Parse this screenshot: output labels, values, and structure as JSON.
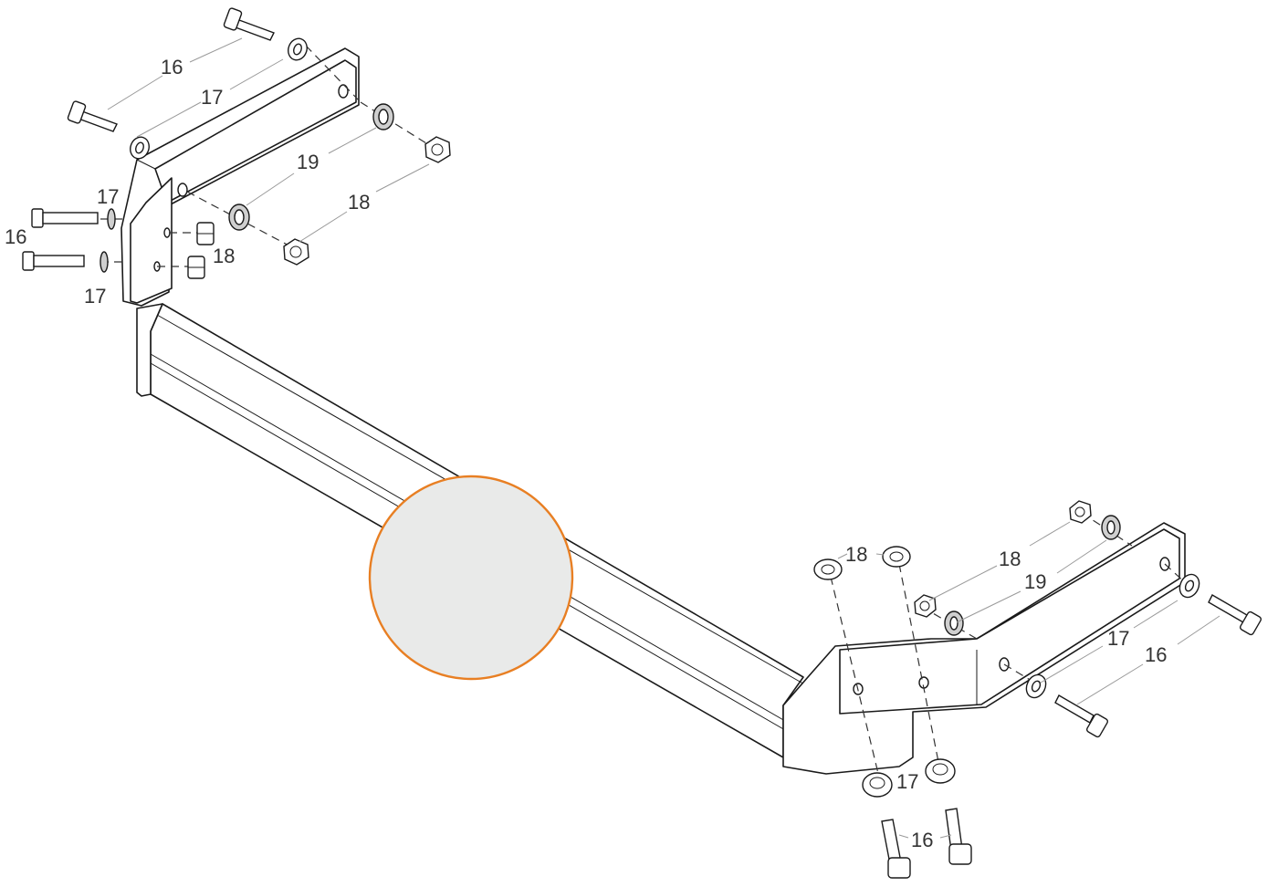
{
  "diagram": {
    "callouts": {
      "bolt": "16",
      "washer": "17",
      "nut": "18",
      "cage_nut": "19"
    },
    "colors": {
      "ball_fill": "#e9eae9",
      "ball_outline": "#e87f23",
      "line": "#1a1a1a",
      "leader": "#9a9a9a"
    }
  }
}
